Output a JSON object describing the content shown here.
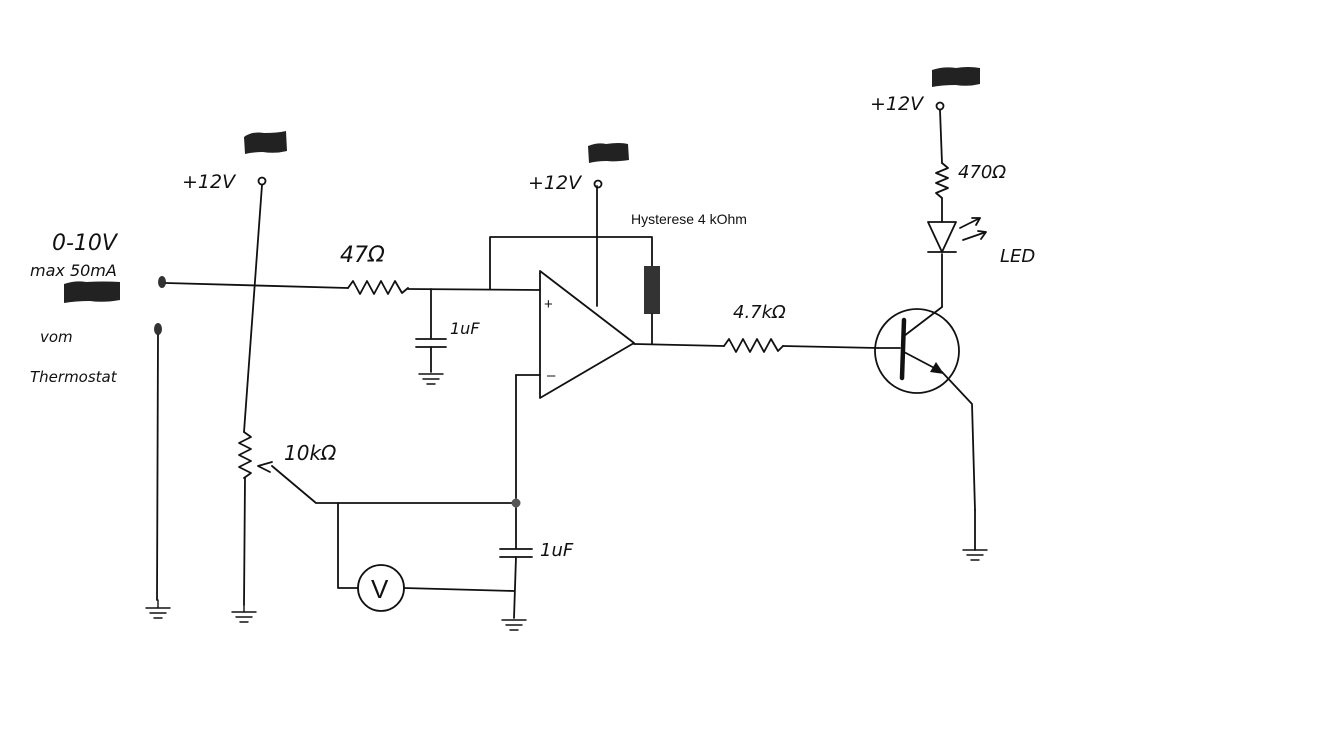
{
  "labels": {
    "supply_left": "+12V",
    "supply_mid": "+12V",
    "supply_right": "+12V",
    "input_range": "0-10V",
    "input_current": "max 50mA",
    "source_line1": "vom",
    "source_line2": "Thermostat",
    "r_input": "47Ω",
    "c_input": "1uF",
    "pot": "10kΩ",
    "c_ref": "1uF",
    "voltmeter": "V",
    "hysteresis": "Hysterese  4 kOhm",
    "opamp_plus": "+",
    "opamp_minus": "–",
    "r_base": "4.7kΩ",
    "r_led": "470Ω",
    "led": "LED"
  }
}
